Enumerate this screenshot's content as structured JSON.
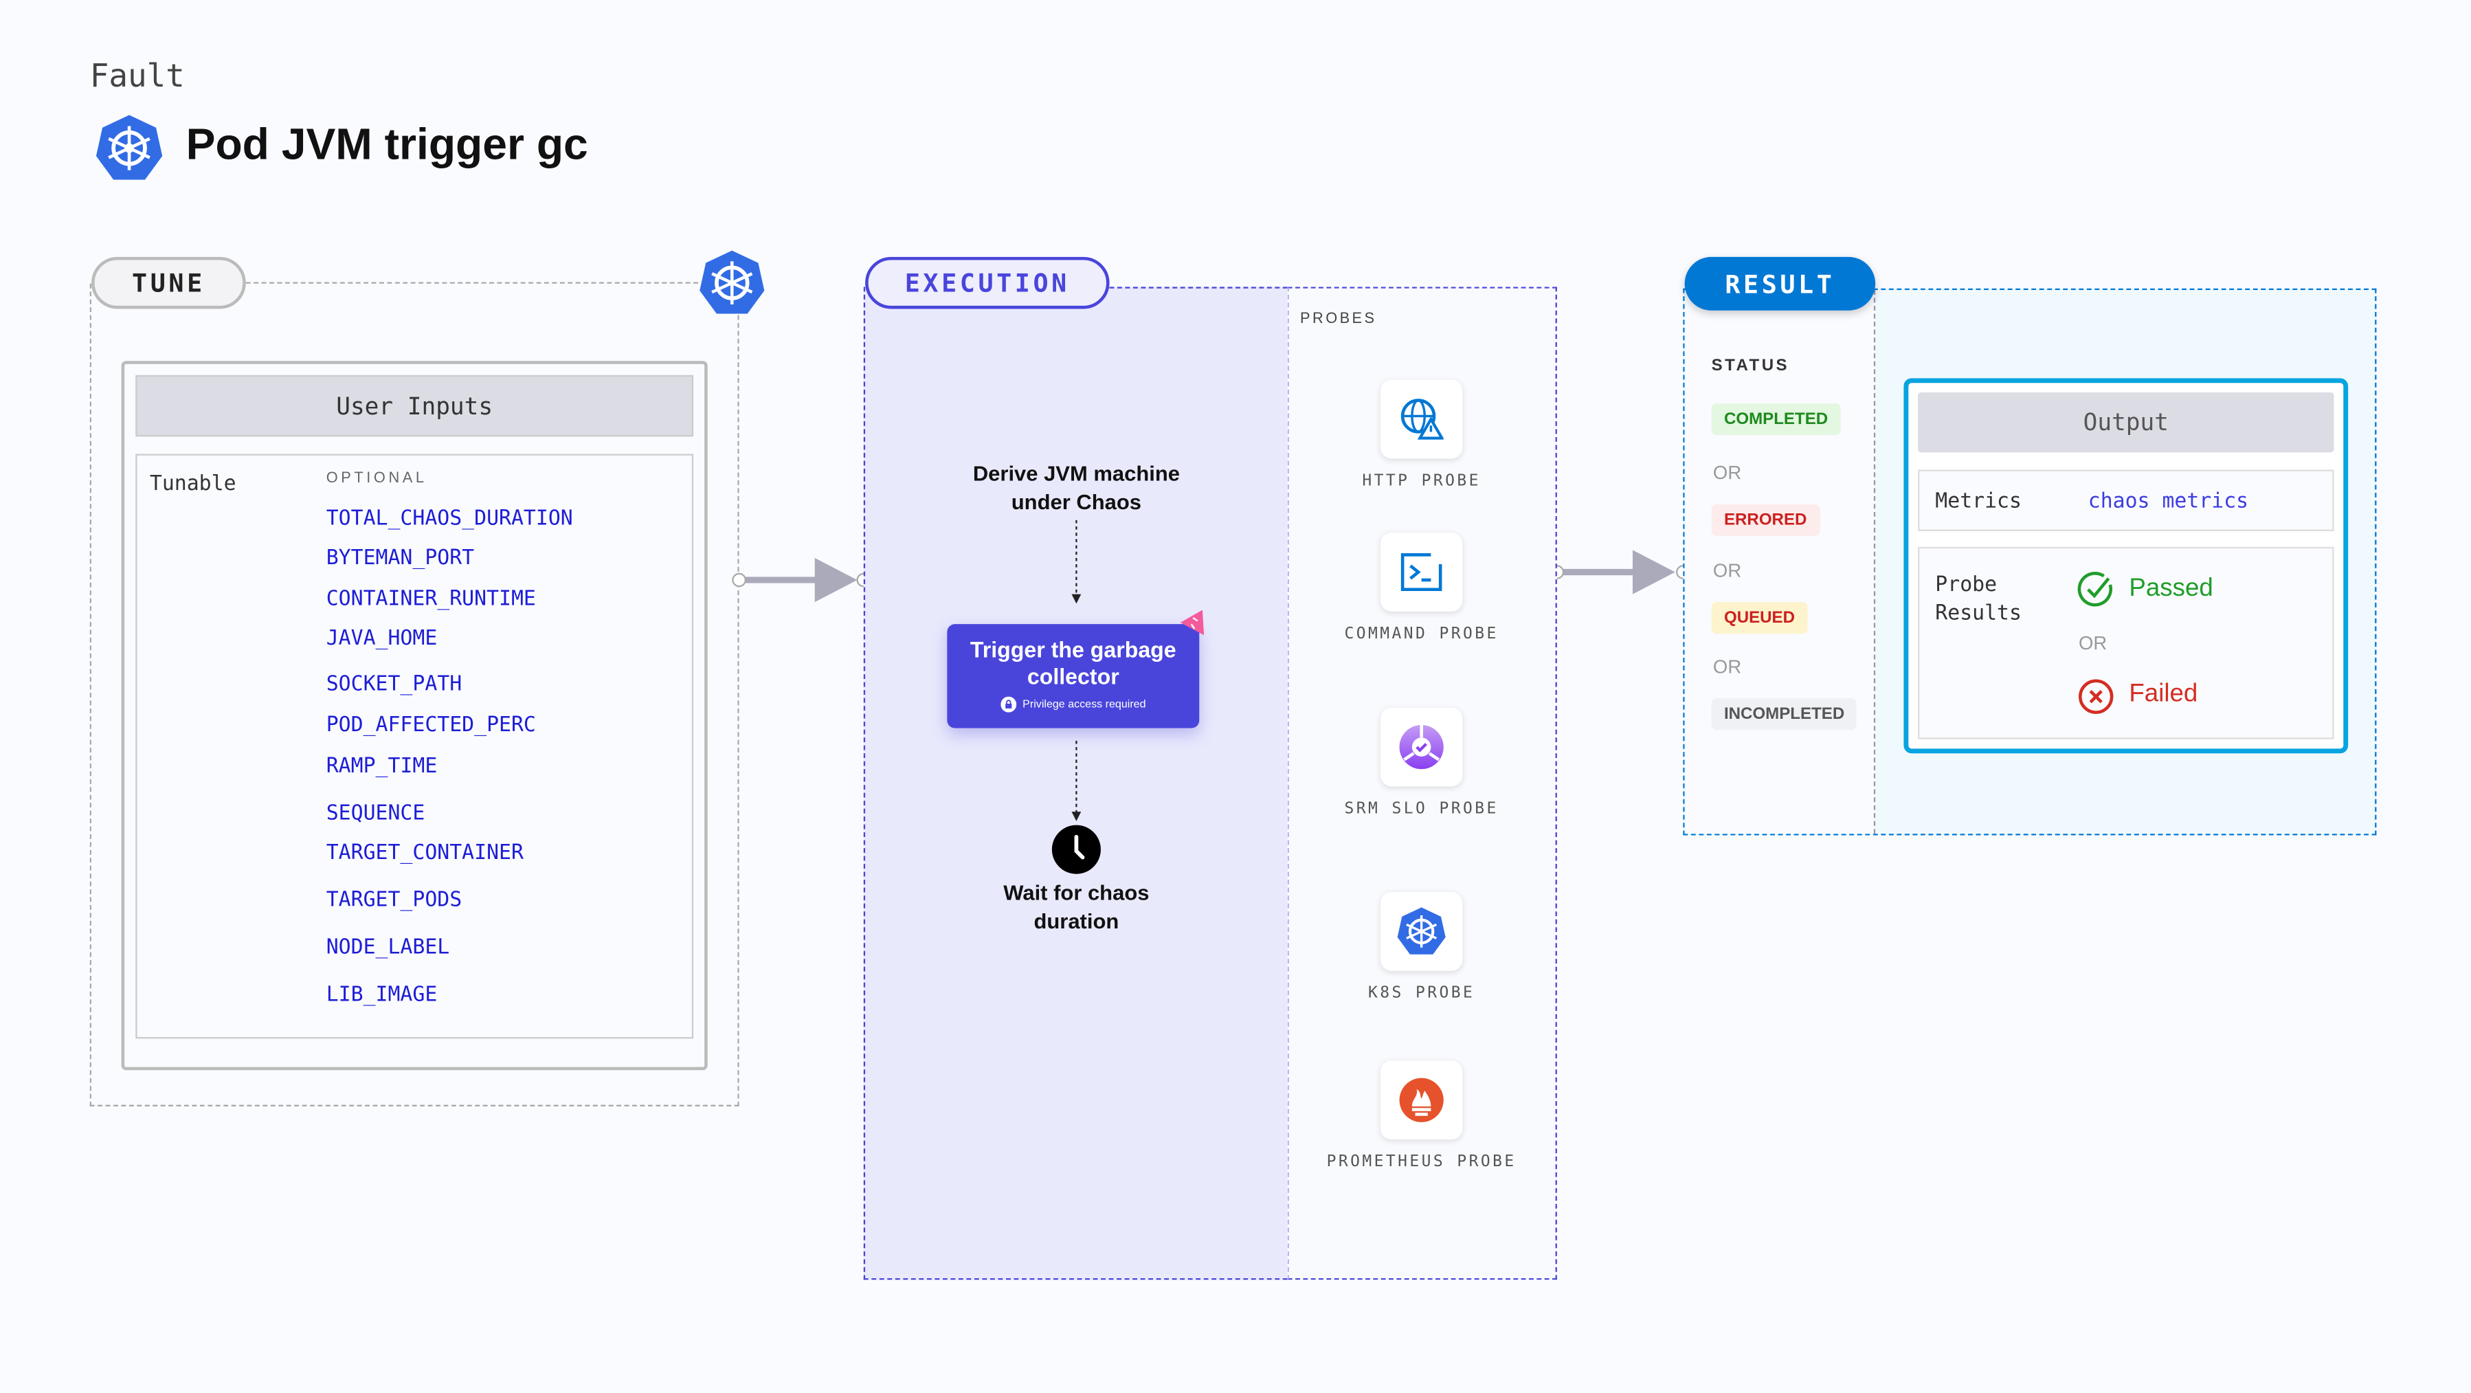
{
  "header": {
    "category": "Fault",
    "title": "Pod JVM trigger gc"
  },
  "tune": {
    "label": "TUNE",
    "user_inputs_title": "User Inputs",
    "tunable_label": "Tunable",
    "optional_label": "OPTIONAL",
    "params": [
      "TOTAL_CHAOS_DURATION",
      "BYTEMAN_PORT",
      "CONTAINER_RUNTIME",
      "JAVA_HOME",
      "SOCKET_PATH",
      "POD_AFFECTED_PERC",
      "RAMP_TIME",
      "SEQUENCE",
      "TARGET_CONTAINER",
      "TARGET_PODS",
      "NODE_LABEL",
      "LIB_IMAGE"
    ]
  },
  "execution": {
    "label": "EXECUTION",
    "step1": "Derive JVM machine under Chaos",
    "step2": "Trigger the garbage collector",
    "step2_note": "Privilege access required",
    "step3": "Wait for chaos duration",
    "probes_label": "PROBES",
    "probes": [
      {
        "label": "HTTP PROBE",
        "icon": "globe-warning-icon"
      },
      {
        "label": "COMMAND PROBE",
        "icon": "terminal-icon"
      },
      {
        "label": "SRM SLO PROBE",
        "icon": "srm-slo-icon"
      },
      {
        "label": "K8S PROBE",
        "icon": "kubernetes-icon"
      },
      {
        "label": "PROMETHEUS PROBE",
        "icon": "prometheus-icon"
      }
    ]
  },
  "result": {
    "label": "RESULT",
    "status_label": "STATUS",
    "statuses": [
      "COMPLETED",
      "ERRORED",
      "QUEUED",
      "INCOMPLETED"
    ],
    "or": "OR",
    "output_title": "Output",
    "metrics_label": "Metrics",
    "metrics_value": "chaos metrics",
    "probe_results_label": "Probe Results",
    "passed": "Passed",
    "failed": "Failed"
  },
  "colors": {
    "execution_accent": "#4945db",
    "result_accent": "#0278d5",
    "param_blue": "#1d1dd6",
    "passed": "#1f9d2a",
    "failed": "#d42d22"
  }
}
